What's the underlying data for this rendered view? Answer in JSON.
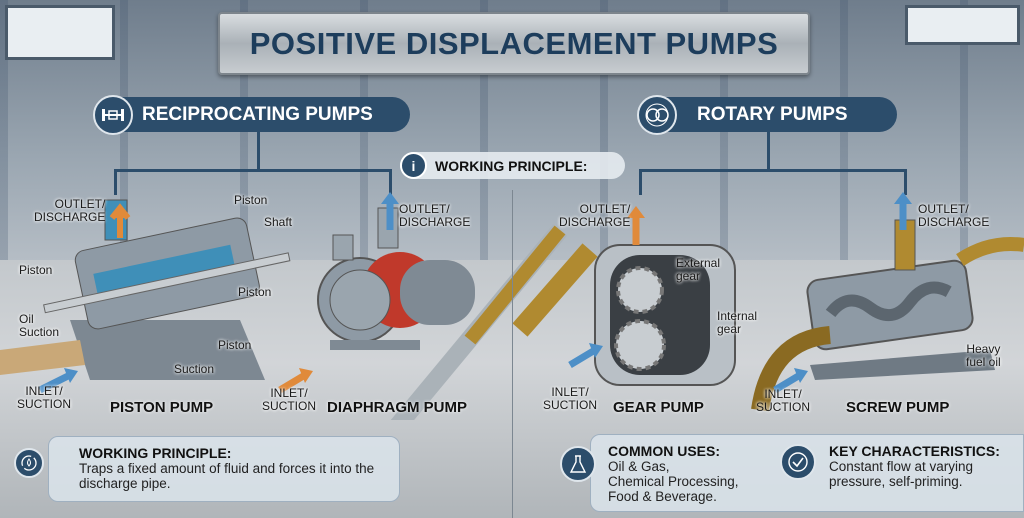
{
  "title": "POSITIVE DISPLACEMENT PUMPS",
  "sections": {
    "reciprocating": {
      "label": "RECIPROCATING PUMPS",
      "icon": "piston-icon"
    },
    "rotary": {
      "label": "ROTARY PUMPS",
      "icon": "gears-icon"
    },
    "center_pill": {
      "label": "WORKING PRINCIPLE:",
      "icon": "info-icon"
    }
  },
  "pumps": {
    "piston": {
      "name": "PISTON PUMP",
      "outlet": "OUTLET/\nDISCHARGE",
      "inlet": "INLET/\nSUCTION",
      "parts": [
        "Piston",
        "Shaft",
        "Piston",
        "Piston",
        "Oil\nSuction",
        "Piston",
        "Suction"
      ]
    },
    "diaphragm": {
      "name": "DIAPHRAGM PUMP",
      "outlet": "OUTLET/\nDISCHARGE",
      "inlet": "INLET/\nSUCTION"
    },
    "gear": {
      "name": "GEAR PUMP",
      "outlet": "OUTLET/\nDISCHARGE",
      "inlet": "INLET/\nSUCTION",
      "parts": [
        "External\ngear",
        "Internal\ngear"
      ]
    },
    "screw": {
      "name": "SCREW PUMP",
      "outlet": "OUTLET/\nDISCHARGE",
      "inlet": "INLET/\nSUCTION",
      "parts": [
        "Heavy\nfuel oil"
      ]
    }
  },
  "info": {
    "working_principle": {
      "title": "WORKING PRINCIPLE:",
      "text": "Traps a fixed amount of fluid and forces it into the discharge pipe.",
      "icon": "cycle-drop-icon"
    },
    "common_uses": {
      "title": "COMMON USES:",
      "text": "Oil & Gas,\nChemical Processing,\nFood & Beverage.",
      "icon": "flask-icon"
    },
    "key_characteristics": {
      "title": "KEY CHARACTERISTICS:",
      "text": "Constant flow at varying pressure, self-priming.",
      "icon": "check-circle-icon"
    }
  },
  "colors": {
    "navy": "#2c4d6b",
    "outlet_orange": "#e08a3a",
    "flow_blue": "#4d8fc7",
    "oil": "#b08a30"
  }
}
